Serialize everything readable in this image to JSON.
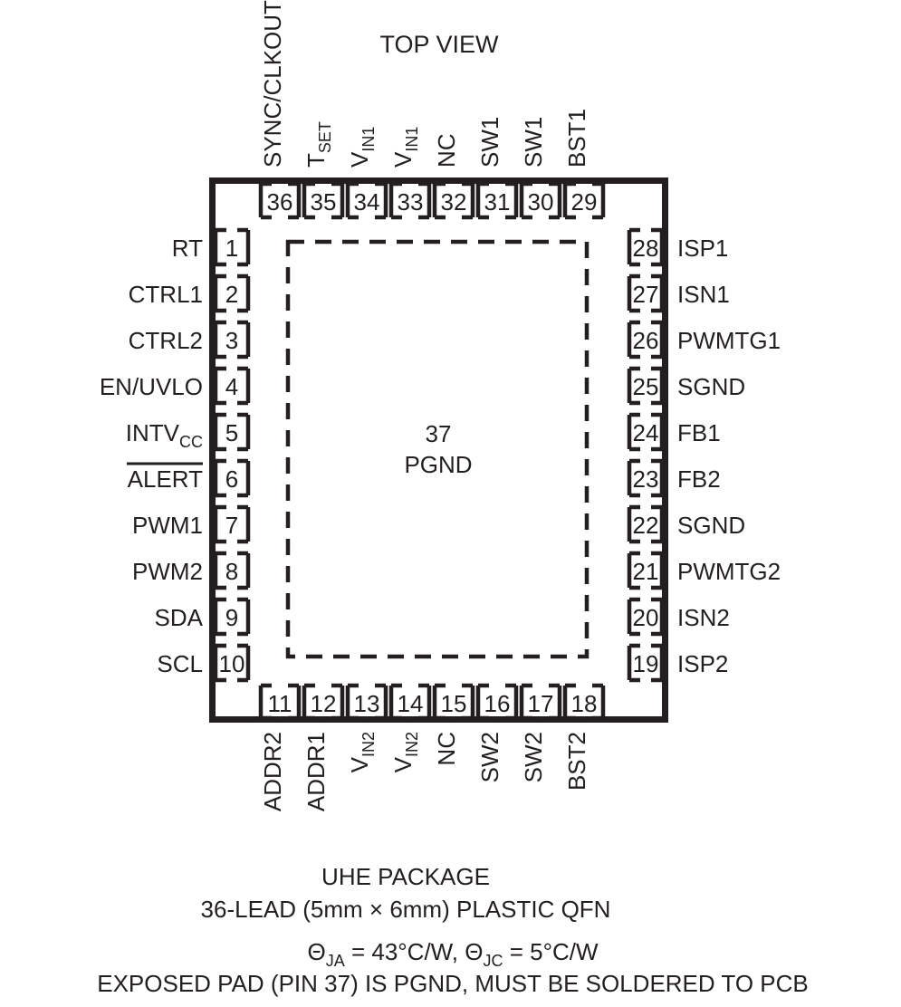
{
  "title": "TOP VIEW",
  "package": {
    "exposed_pad_number": "37",
    "exposed_pad_name": "PGND"
  },
  "pins": {
    "top": [
      {
        "number": "36",
        "label": "SYNC/CLKOUT",
        "sub": ""
      },
      {
        "number": "35",
        "label": "T",
        "sub": "SET"
      },
      {
        "number": "34",
        "label": "V",
        "sub": "IN1"
      },
      {
        "number": "33",
        "label": "V",
        "sub": "IN1"
      },
      {
        "number": "32",
        "label": "NC",
        "sub": ""
      },
      {
        "number": "31",
        "label": "SW1",
        "sub": ""
      },
      {
        "number": "30",
        "label": "SW1",
        "sub": ""
      },
      {
        "number": "29",
        "label": "BST1",
        "sub": ""
      }
    ],
    "left": [
      {
        "number": "1",
        "label": "RT",
        "sub": "",
        "overline": false
      },
      {
        "number": "2",
        "label": "CTRL1",
        "sub": "",
        "overline": false
      },
      {
        "number": "3",
        "label": "CTRL2",
        "sub": "",
        "overline": false
      },
      {
        "number": "4",
        "label": "EN/UVLO",
        "sub": "",
        "overline": false
      },
      {
        "number": "5",
        "label": "INTV",
        "sub": "CC",
        "overline": false
      },
      {
        "number": "6",
        "label": "ALERT",
        "sub": "",
        "overline": true
      },
      {
        "number": "7",
        "label": "PWM1",
        "sub": "",
        "overline": false
      },
      {
        "number": "8",
        "label": "PWM2",
        "sub": "",
        "overline": false
      },
      {
        "number": "9",
        "label": "SDA",
        "sub": "",
        "overline": false
      },
      {
        "number": "10",
        "label": "SCL",
        "sub": "",
        "overline": false
      }
    ],
    "right": [
      {
        "number": "28",
        "label": "ISP1"
      },
      {
        "number": "27",
        "label": "ISN1"
      },
      {
        "number": "26",
        "label": "PWMTG1"
      },
      {
        "number": "25",
        "label": "SGND"
      },
      {
        "number": "24",
        "label": "FB1"
      },
      {
        "number": "23",
        "label": "FB2"
      },
      {
        "number": "22",
        "label": "SGND"
      },
      {
        "number": "21",
        "label": "PWMTG2"
      },
      {
        "number": "20",
        "label": "ISN2"
      },
      {
        "number": "19",
        "label": "ISP2"
      }
    ],
    "bottom": [
      {
        "number": "11",
        "label": "ADDR2",
        "sub": ""
      },
      {
        "number": "12",
        "label": "ADDR1",
        "sub": ""
      },
      {
        "number": "13",
        "label": "V",
        "sub": "IN2"
      },
      {
        "number": "14",
        "label": "V",
        "sub": "IN2"
      },
      {
        "number": "15",
        "label": "NC",
        "sub": ""
      },
      {
        "number": "16",
        "label": "SW2",
        "sub": ""
      },
      {
        "number": "17",
        "label": "SW2",
        "sub": ""
      },
      {
        "number": "18",
        "label": "BST2",
        "sub": ""
      }
    ]
  },
  "footer": {
    "line1": "UHE PACKAGE",
    "line2": "36-LEAD (5mm × 6mm) PLASTIC QFN",
    "theta_ja_symbol": "Θ",
    "theta_ja_sub": "JA",
    "theta_ja_value": " = 43°C/W, ",
    "theta_jc_symbol": "Θ",
    "theta_jc_sub": "JC",
    "theta_jc_value": " = 5°C/W",
    "line4": "EXPOSED PAD (PIN 37) IS PGND, MUST BE SOLDERED TO PCB"
  },
  "colors": {
    "ink": "#231f20",
    "background": "#ffffff"
  }
}
